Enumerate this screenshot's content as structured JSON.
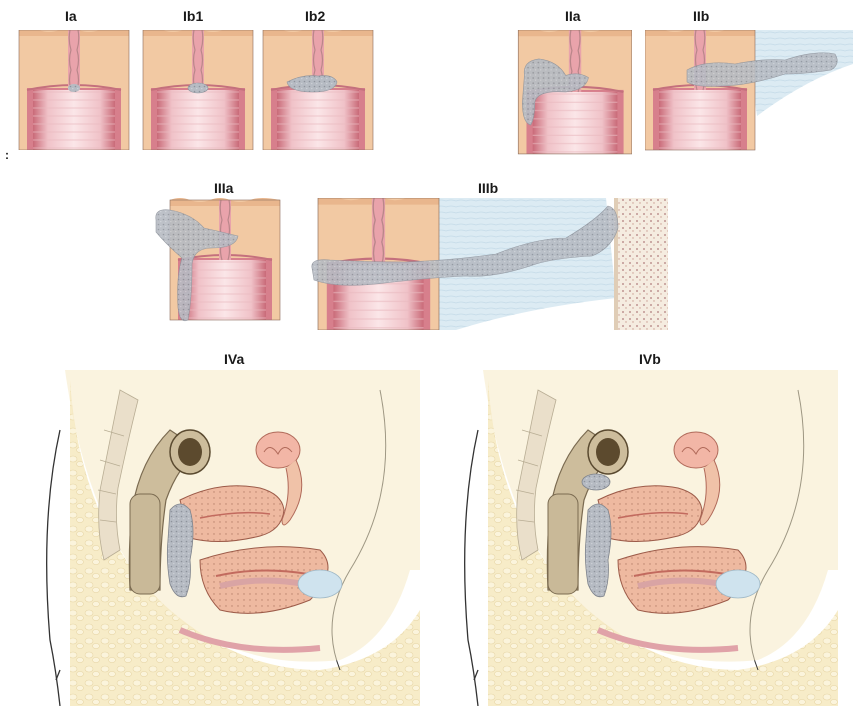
{
  "stages": {
    "ia": "Ia",
    "ib1": "Ib1",
    "ib2": "Ib2",
    "iia": "IIa",
    "iib": "IIb",
    "iiia": "IIIa",
    "iiib": "IIIb",
    "iva": "IVa",
    "ivb": "IVb"
  },
  "stray_mark": ":",
  "colors": {
    "cervix_tissue": "#f2c9a3",
    "vaginal_wall": "#e7a8b1",
    "lumen": "#f6dde0",
    "tumor": "#b8bcc4",
    "parametrium": "#d4e7f1",
    "bone": "#f3e6d0",
    "bowel": "#c9b998"
  }
}
